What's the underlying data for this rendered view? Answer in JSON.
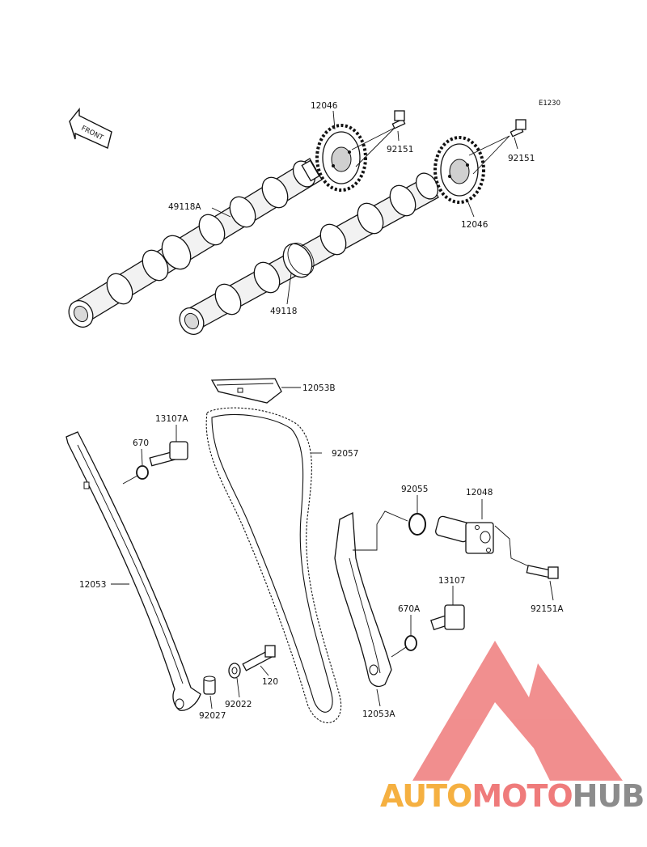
{
  "page_code": "E1230",
  "front_arrow_label": "FRONT",
  "labels": {
    "l_12046_top": "12046",
    "l_92151_top": "92151",
    "l_92151_right": "92151",
    "l_12046_right": "12046",
    "l_49118A": "49118A",
    "l_49118": "49118",
    "l_12053B": "12053B",
    "l_13107A": "13107A",
    "l_670": "670",
    "l_92057": "92057",
    "l_92055": "92055",
    "l_12048": "12048",
    "l_12053": "12053",
    "l_13107": "13107",
    "l_92151A": "92151A",
    "l_670A": "670A",
    "l_120": "120",
    "l_92022": "92022",
    "l_92027": "92027",
    "l_12053A": "12053A"
  },
  "watermark": {
    "text_part1": "AUTO",
    "text_part2": "MOTO",
    "text_part3": "HUB",
    "color_orange": "#f5b041",
    "color_red": "#ef7b7b",
    "color_gray": "#8c8c8c"
  }
}
